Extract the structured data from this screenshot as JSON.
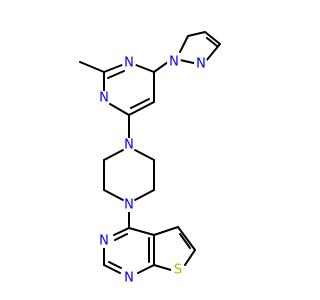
{
  "molecule": {
    "atom_colors": {
      "N": "#0000ff",
      "S": "#b8b800",
      "C": "#000000"
    },
    "labels": {
      "n_pz1": "N",
      "n_pz2": "N",
      "n_pm_top": "N",
      "n_pm_left": "N",
      "n_pip_top": "N",
      "n_pip_bot": "N",
      "n_tp_left": "N",
      "n_tp_bot": "N",
      "s_thio": "S"
    }
  }
}
